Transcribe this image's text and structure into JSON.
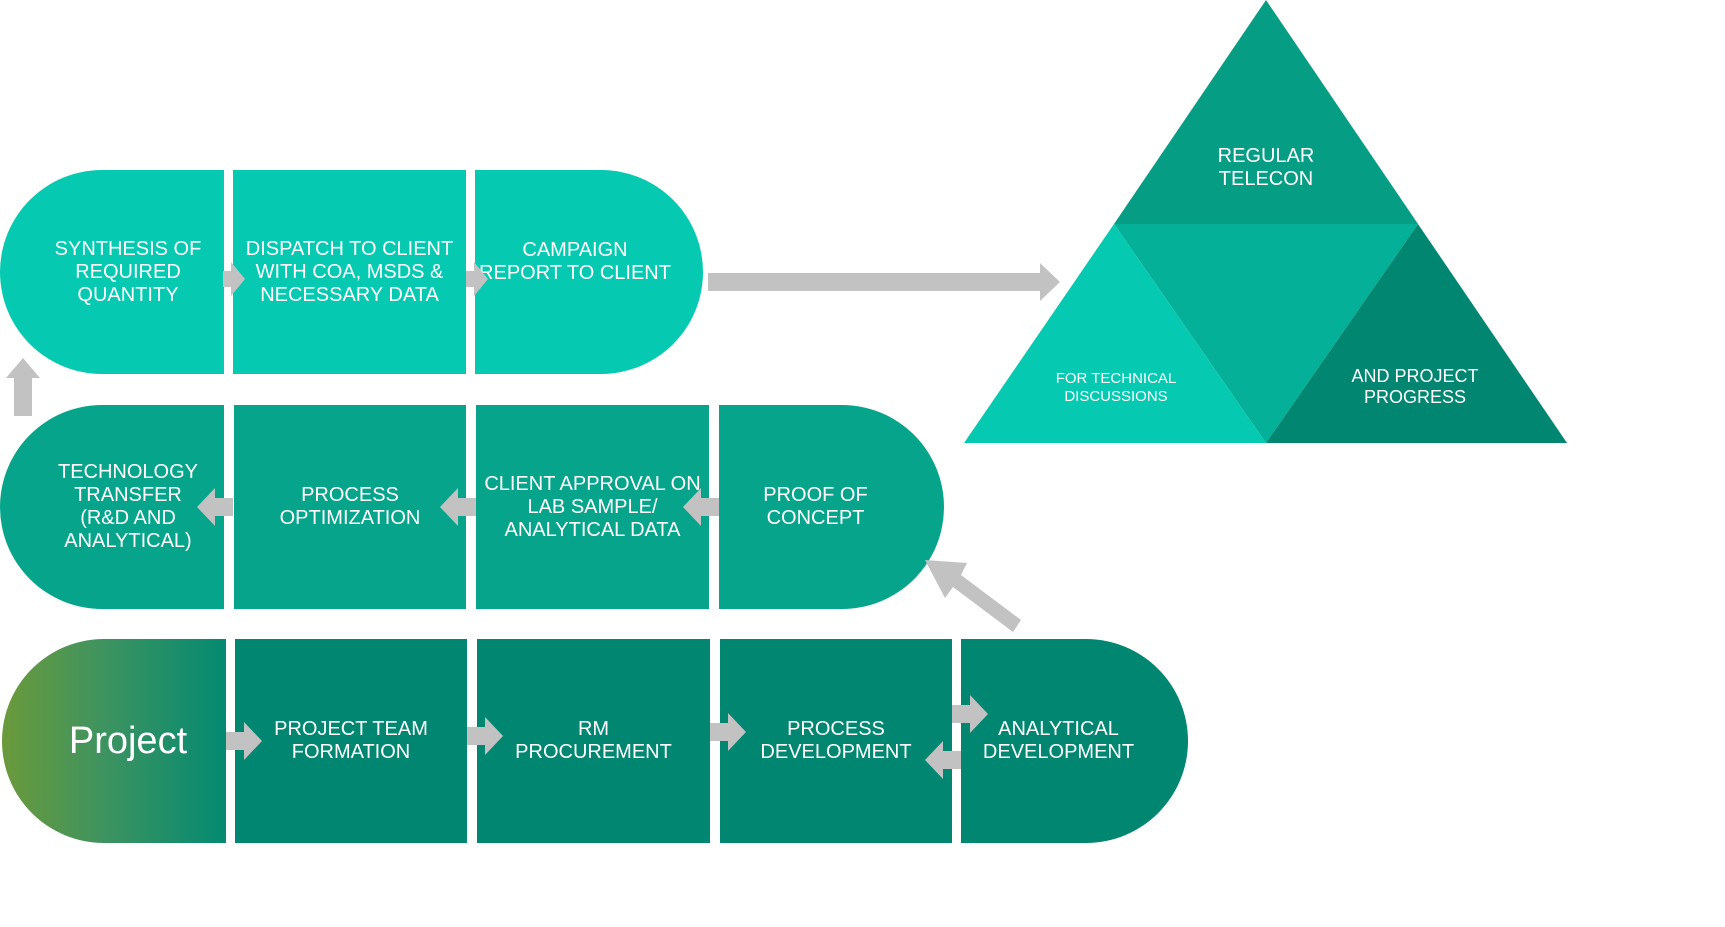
{
  "colors": {
    "row_top": "#05cab1",
    "row_mid": "#06a58b",
    "row_bottom": "#018771",
    "project_start": "#6b9a3b",
    "arrow": "#c2c2c2",
    "tri_top": "#069d85",
    "tri_center": "#04b097",
    "tri_left": "#05cab1",
    "tri_right": "#018771"
  },
  "row_top": {
    "synthesis": "SYNTHESIS OF\nREQUIRED\nQUANTITY",
    "dispatch": "DISPATCH TO CLIENT\nWITH  COA, MSDS &\nNECESSARY DATA",
    "campaign": "CAMPAIGN\nREPORT TO CLIENT"
  },
  "row_middle": {
    "tech_transfer": "TECHNOLOGY\nTRANSFER\n(R&D AND\nANALYTICAL)",
    "process_opt": "PROCESS\nOPTIMIZATION",
    "client_approval": "CLIENT APPROVAL ON\nLAB SAMPLE/\nANALYTICAL DATA",
    "proof": "PROOF OF\nCONCEPT"
  },
  "row_bottom": {
    "project": "Project",
    "team": "PROJECT TEAM\nFORMATION",
    "rm": "RM\nPROCUREMENT",
    "process_dev": "PROCESS\nDEVELOPMENT",
    "analytical_dev": "ANALYTICAL\nDEVELOPMENT"
  },
  "triangle": {
    "top": "REGULAR\nTELECON",
    "left": "FOR TECHNICAL\nDISCUSSIONS",
    "right": "AND PROJECT\nPROGRESS"
  }
}
